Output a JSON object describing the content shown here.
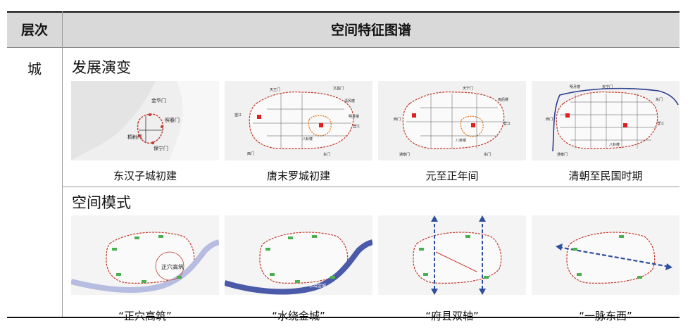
{
  "header": {
    "col1": "层次",
    "col2": "空间特征图谱"
  },
  "level": "城",
  "sections": [
    {
      "title": "发展演变",
      "captions": [
        "东汉子城初建",
        "唐末罗城初建",
        "元至正年间",
        "清朝至民国时期"
      ]
    },
    {
      "title": "空间模式",
      "captions": [
        "“正穴高筑”",
        "“水绕金城”",
        "“府县双轴”",
        "“一脉东西”"
      ]
    }
  ],
  "map_labels": {
    "p1": [
      "金华门",
      "照春门",
      "桐树门",
      "保宁门"
    ],
    "p2": [
      "天王门",
      "文昌门",
      "清风楼",
      "望江",
      "明月楼",
      "西门",
      "八卦楼",
      "东门",
      "登江"
    ],
    "p3": [
      "天宁门",
      "西门",
      "雨后楼",
      "登江",
      "八卦楼",
      "东门",
      "通泰门"
    ],
    "p4": [
      "天宁门",
      "明月楼",
      "东门",
      "西门",
      "登江",
      "八卦楼",
      "通泰门"
    ],
    "m1": [
      "正穴高筑"
    ],
    "m2": [
      "水绕金城"
    ]
  },
  "colors": {
    "wall": "#c0392b",
    "river_light": "#b7bde0",
    "river_dark": "#4a5aa8",
    "axis": "#2f4f9e"
  }
}
